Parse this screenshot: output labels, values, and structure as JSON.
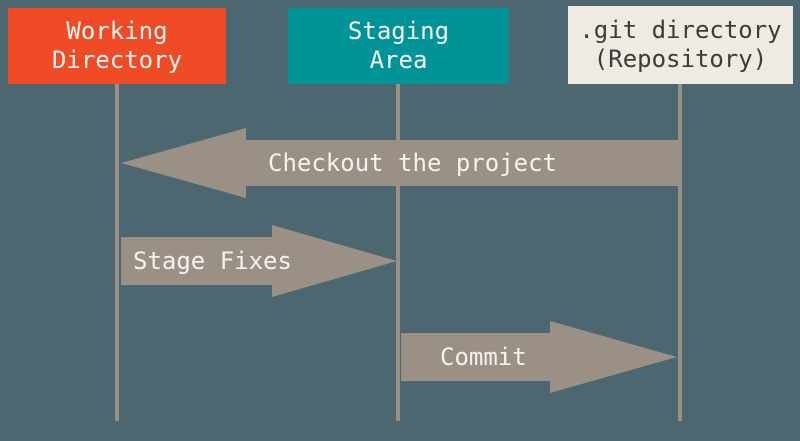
{
  "colors": {
    "background": "#4d6770",
    "arrow": "#9a9086",
    "arrow_text": "#f5f2ed",
    "working_box": "#ee4b26",
    "staging_box": "#009499",
    "gitdir_box": "#efebe2",
    "light_text": "#f7f5f2",
    "dark_text": "#3d3c3c"
  },
  "columns": [
    {
      "id": "working-directory",
      "label_lines": [
        "Working",
        "Directory"
      ]
    },
    {
      "id": "staging-area",
      "label_lines": [
        "Staging",
        "Area"
      ]
    },
    {
      "id": "git-directory",
      "label_lines": [
        ".git directory",
        "(Repository)"
      ]
    }
  ],
  "arrows": [
    {
      "label": "Checkout the project",
      "from": "git-directory",
      "to": "working-directory",
      "direction": "left"
    },
    {
      "label": "Stage Fixes",
      "from": "working-directory",
      "to": "staging-area",
      "direction": "right"
    },
    {
      "label": "Commit",
      "from": "staging-area",
      "to": "git-directory",
      "direction": "right"
    }
  ]
}
